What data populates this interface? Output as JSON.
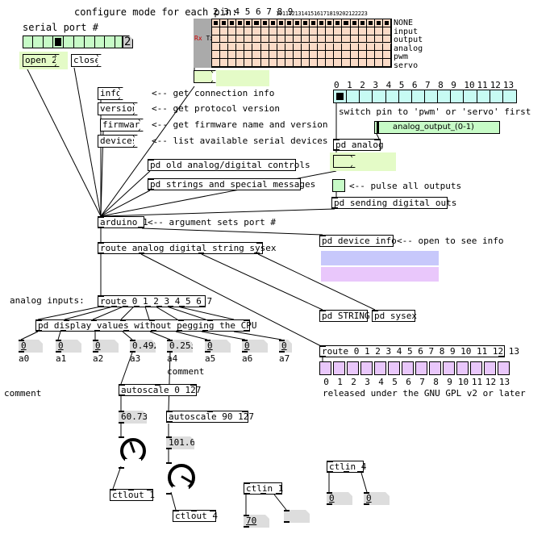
{
  "config": {
    "title": "configure mode for each pin:",
    "pin_numbers": "2 3 4 5 6 7 8 9",
    "pin_numbers_small": "10111213141516171819202122223",
    "modes": [
      "NONE",
      "input",
      "output",
      "analog",
      "pwm",
      "servo"
    ],
    "rx_label": "Rx",
    "tx_label": "Tx"
  },
  "serial": {
    "label": "serial port #",
    "number": "2",
    "open_label": "open 2",
    "close_label": "close"
  },
  "messages": {
    "info": "info",
    "version": "version",
    "firmware": "firmware",
    "devices": "devices"
  },
  "comments": {
    "info": "<-- get connection info",
    "version": "<-- get protocol version",
    "firmware": "<-- get firmware name and version",
    "devices": "<-- list available serial devices",
    "switch_pin": "switch pin to 'pwm' or 'servo' first",
    "pulse": "<-- pulse all outputs",
    "argument": "<-- argument sets port #",
    "open_info": "<-- open to see info",
    "analog_inputs": "analog inputs:",
    "gpl": "released under the GNU GPL v2 or later",
    "comment1": "comment",
    "comment2": "comment"
  },
  "objects": {
    "pd_old": "pd old analog/digital controls",
    "pd_strings": "pd strings and special messages",
    "pd_analog": "pd analog",
    "pd_sending": "pd sending digital outs",
    "arduino": "arduino 1",
    "route_main": "route analog digital string sysex",
    "pd_device_info": "pd device info",
    "route_analog": "route 0 1 2 3 4 5 6 7",
    "pd_display": "pd display values without pegging the CPU",
    "pd_string": "pd STRING",
    "pd_sysex": "pd sysex",
    "route_digital": "route 0 1 2 3 4 5 6 7 8 9 10 11 12 13",
    "autoscale1": "autoscale 0 127",
    "autoscale2": "autoscale 90 127",
    "ctlout1": "ctlout 1",
    "ctlout4": "ctlout 4",
    "ctlin1": "ctlin 1",
    "ctlin4": "ctlin 4"
  },
  "slider_label": "analog_output_(0-1)",
  "top_radio_numbers": [
    "0",
    "1",
    "2",
    "3",
    "4",
    "5",
    "6",
    "7",
    "8",
    "9",
    "10",
    "11",
    "12",
    "13"
  ],
  "bottom_toggle_numbers": [
    "0",
    "1",
    "2",
    "3",
    "4",
    "5",
    "6",
    "7",
    "8",
    "9",
    "10",
    "11",
    "12",
    "13"
  ],
  "analog_numbers": {
    "a0": "0",
    "a1": "0",
    "a2": "0",
    "a3": "0.492",
    "a4": "0.253",
    "a5": "0",
    "a6": "0",
    "a7": "0",
    "scaled1": "60.73",
    "scaled2": "101.6",
    "ctlin1_out": "70",
    "ctlin1_ch": "",
    "ctlin4_a": "0",
    "ctlin4_b": "0"
  },
  "analog_labels": [
    "a0",
    "a1",
    "a2",
    "a3",
    "a4",
    "a5",
    "a6",
    "a7"
  ],
  "colors": {
    "green": "#e4fbc7",
    "cyan": "#c7fbf3",
    "salmon": "#fbdbc7",
    "blue": "#c7c8fb",
    "pink": "#e9c7fb",
    "gray": "#dddddd"
  }
}
